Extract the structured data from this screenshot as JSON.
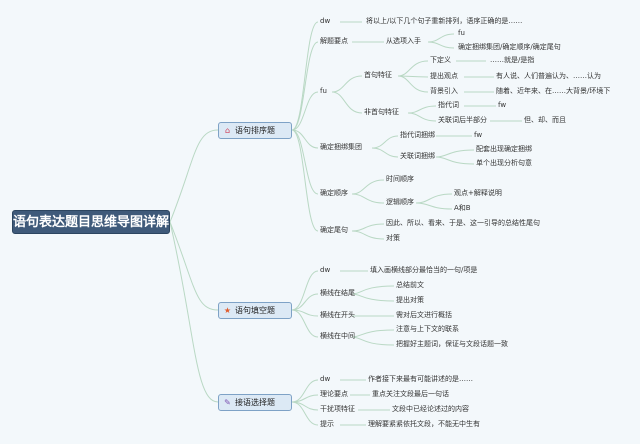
{
  "title": "语句表达题目思维导图详解",
  "colors": {
    "accent": "#3f5a7a",
    "main_fill": "#dce9f5",
    "branch": "#b9d8c4"
  },
  "branches": {
    "b1": {
      "label": "语句排序题",
      "icon": "house-icon",
      "dw": "dw",
      "dw_text": "将以上/以下几个句子重新排列，语序正确的是……",
      "jieti": "解题要点",
      "xuanxiang": "从选项入手",
      "fu1": "fu",
      "queding1": "确定捆绑集团/确定顺序/确定尾句",
      "fu2": "fu",
      "shouju": "首句特征",
      "xiadingyi": "下定义",
      "jiushi": "……就是/是指",
      "tichu": "提出观点",
      "youren": "有人说、人们普遍认为、……认为",
      "beijing": "背景引入",
      "suizhe": "随着、近年来、在……大背景/环境下",
      "feishou": "非首句特征",
      "zhidai": "指代词",
      "fw1": "fw",
      "guanlian": "关联词后半部分",
      "dan": "但、却、而且",
      "kunbang": "确定捆绑集团",
      "zhidai2": "指代词捆绑",
      "fw2": "fw",
      "guanlian2": "关联词捆绑",
      "peitao": "配套出现确定捆绑",
      "dange": "单个出现分析句意",
      "shunxu": "确定顺序",
      "shijian": "时间顺序",
      "luoji": "逻辑顺序",
      "guandian": "观点+解释说明",
      "ahe": "A和B",
      "weiju": "确定尾句",
      "yinci": "因此、所以、看来、于是、这一引导的总结性尾句",
      "duice": "对策"
    },
    "b2": {
      "label": "语句填空题",
      "icon": "star-icon",
      "dw": "dw",
      "dw_text": "填入画横线部分最恰当的一句/项是",
      "jiewei": "横线在结尾",
      "zongjie": "总结前文",
      "tichu": "提出对策",
      "kaitou": "横线在开头",
      "xudui": "需对后文进行概括",
      "zhongjian": "横线在中间",
      "zhuyi": "注意与上下文的联系",
      "bawo": "把握好主题词，保证与文段话题一致"
    },
    "b3": {
      "label": "接语选择题",
      "icon": "pencil-icon",
      "dw": "dw",
      "dw_text": "作者接下来最有可能讲述的是……",
      "lilun": "理论要点",
      "chongdian": "重点关注文段最后一句话",
      "ganrao": "干扰项特征",
      "wenduan": "文段中已经论述过的内容",
      "tishi": "提示",
      "lijie": "理解要紧紧依托文段，不能无中生有"
    }
  }
}
